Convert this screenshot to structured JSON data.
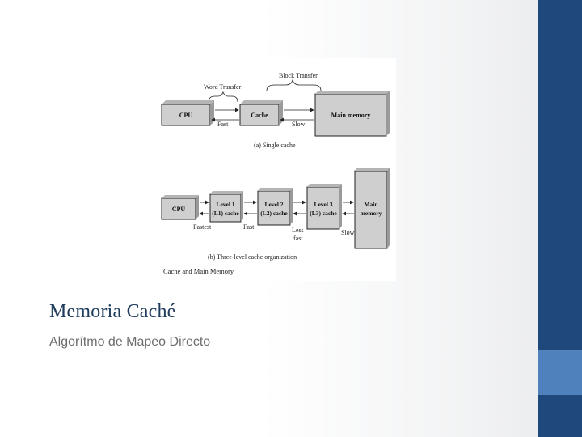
{
  "slide": {
    "title": "Memoria Caché",
    "subtitle": "Algorítmo de Mapeo Directo"
  },
  "figure": {
    "single": {
      "word_transfer": "Word Transfer",
      "block_transfer": "Block Transfer",
      "cpu": "CPU",
      "cache": "Cache",
      "main_memory": "Main memory",
      "fast": "Fast",
      "slow": "Slow",
      "caption": "(a) Single cache"
    },
    "three": {
      "cpu": "CPU",
      "l1_line1": "Level 1",
      "l1_line2": "(L1) cache",
      "l2_line1": "Level 2",
      "l2_line2": "(L2) cache",
      "l3_line1": "Level 3",
      "l3_line2": "(L3) cache",
      "mm_line1": "Main",
      "mm_line2": "memory",
      "fastest": "Fastest",
      "fast": "Fast",
      "less_fast_1": "Less",
      "less_fast_2": "fast",
      "slow": "Slow",
      "caption": "(b) Three-level cache organization"
    },
    "figure_caption": "Cache and Main Memory"
  },
  "colors": {
    "sidebar": "#1f497d",
    "sidebar_accent": "#4f81bd",
    "title": "#1f3c5d",
    "subtitle": "#6d6d6d",
    "box_fill": "#cfcfcf"
  }
}
